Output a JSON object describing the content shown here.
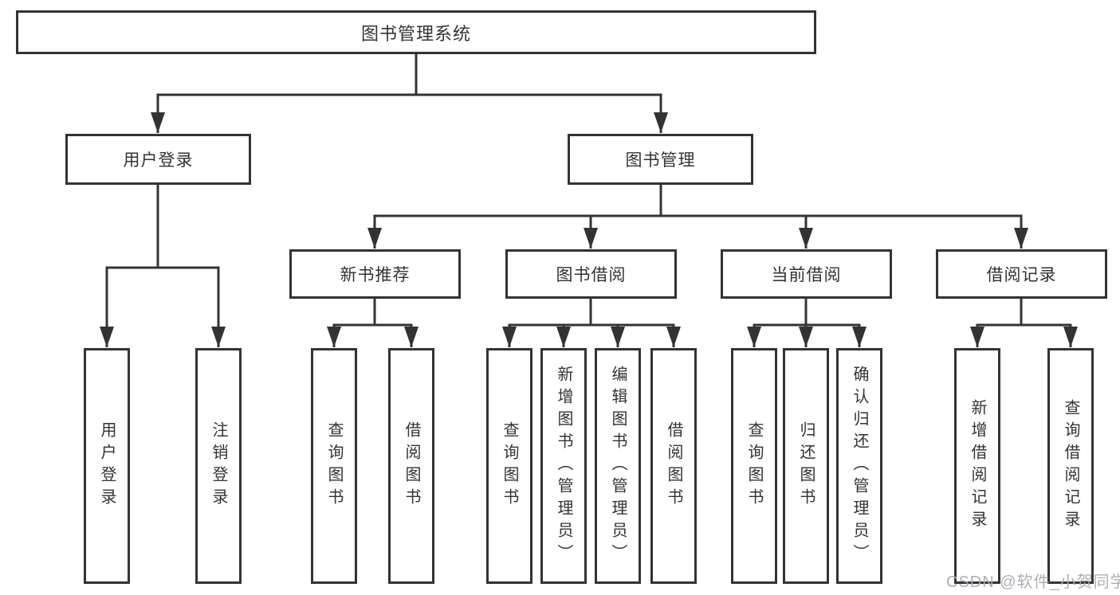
{
  "diagram": {
    "title": "图书管理系统",
    "line_color": "#333333",
    "text_color": "#333333",
    "background_color": "#ffffff",
    "nodes": {
      "root": "图书管理系统",
      "user_login": "用户登录",
      "book_management": "图书管理",
      "new_book_recommend": "新书推荐",
      "book_borrow": "图书借阅",
      "current_borrow": "当前借阅",
      "borrow_records": "借阅记录",
      "login": "用户登录",
      "logout": "注销登录",
      "recommend_query_books": "查询图书",
      "recommend_borrow_books": "借阅图书",
      "borrow_query_books": "查询图书",
      "borrow_add_books": "新增图书（管理员）",
      "borrow_edit_books": "编辑图书（管理员）",
      "borrow_borrow_books": "借阅图书",
      "current_query_books": "查询图书",
      "current_return_books": "归还图书",
      "current_confirm_return": "确认归还（管理员）",
      "records_add_record": "新增借阅记录",
      "records_query_record": "查询借阅记录"
    }
  },
  "watermark": {
    "text": "CSDN @软件_小贺同学",
    "color": "#a6abb1"
  }
}
